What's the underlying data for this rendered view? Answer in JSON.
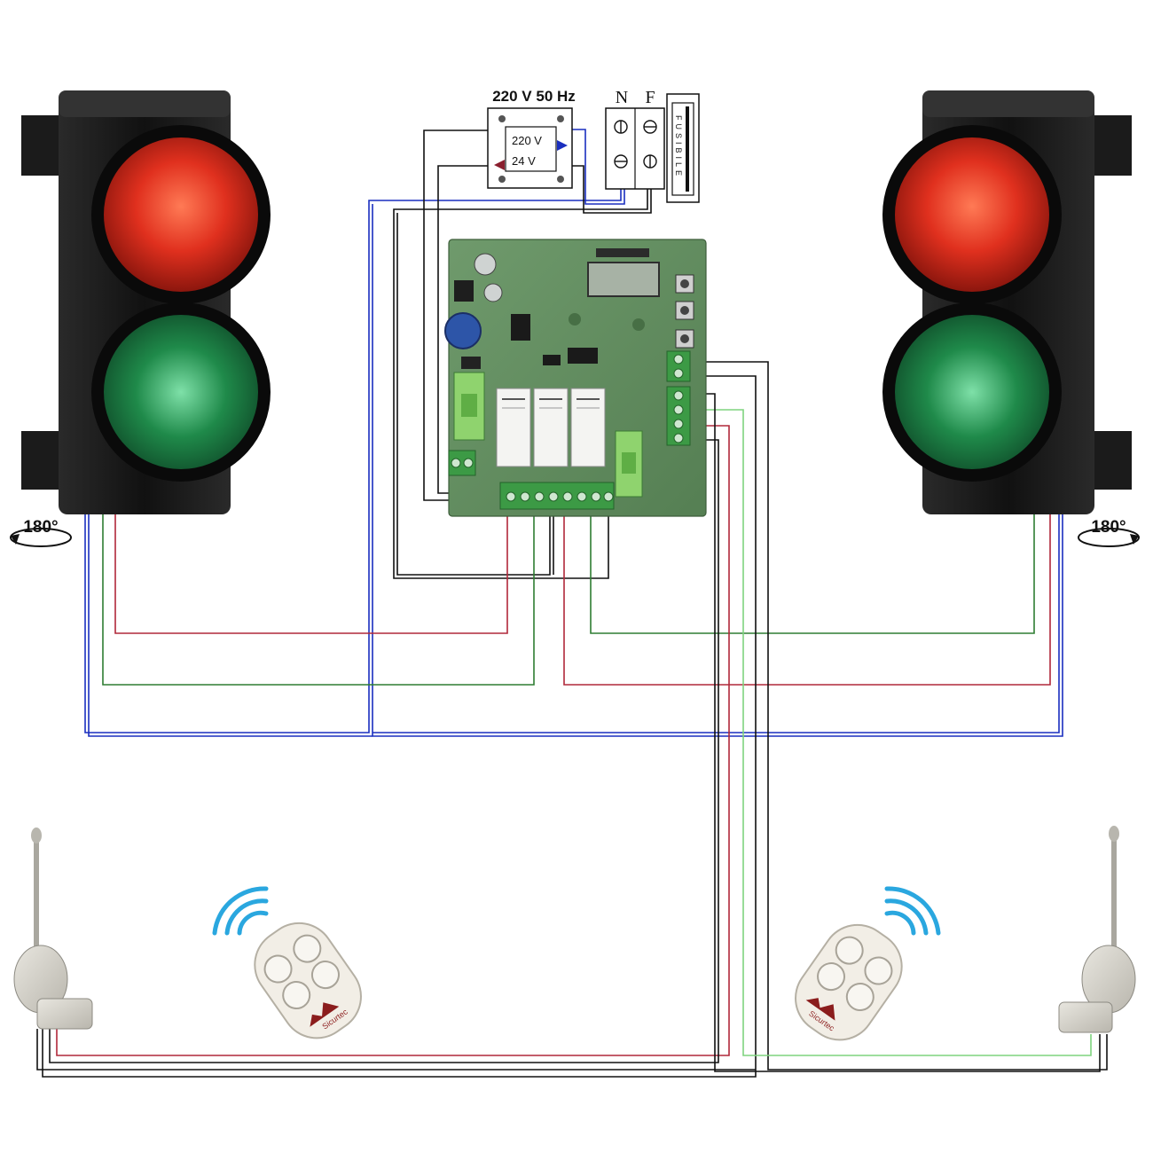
{
  "power": {
    "supply_label": "220 V 50 Hz",
    "primary_label": "220 V",
    "secondary_label": "24 V",
    "neutral_label": "N",
    "phase_label": "F",
    "fuse_label": "FUSIBILE"
  },
  "traffic_lights": {
    "left_rotation_label": "180°",
    "right_rotation_label": "180°"
  },
  "remotes": {
    "left_brand": "Sicurtec",
    "right_brand": "Sicurtec"
  },
  "colors": {
    "blue_wire": "#1a2fbf",
    "red_wire": "#b0283a",
    "green_wire": "#2e7d32",
    "light_green_wire": "#7fd37f",
    "black_wire": "#111111",
    "board_green": "#5f8a5c",
    "terminal_green": "#3c9a45",
    "red_lamp": "#e0301e",
    "green_lamp": "#1f8a4a"
  }
}
